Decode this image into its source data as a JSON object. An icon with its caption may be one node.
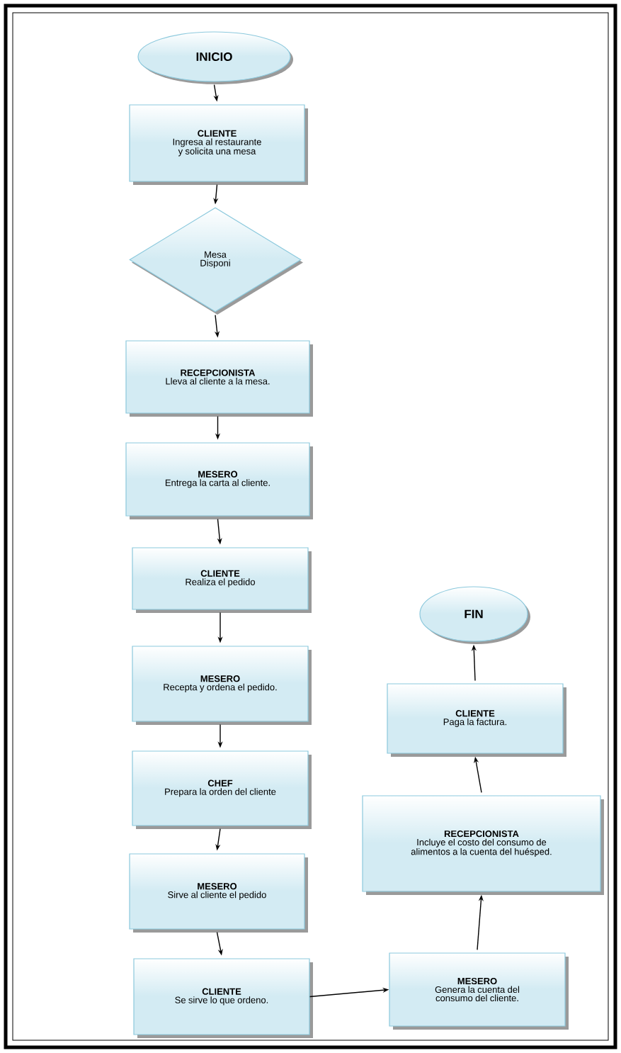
{
  "diagram": {
    "nodes": [
      {
        "text": [
          "INICIO"
        ]
      },
      {
        "text": [
          "CLIENTE",
          "Ingresa al restaurante y solicita una mesa"
        ]
      },
      {
        "text": [
          "Mesa Disponi"
        ]
      },
      {
        "text": [
          "RECEPCIONISTA",
          "Lleva al cliente a la mesa."
        ]
      },
      {
        "text": [
          "MESERO",
          "Entrega la carta al cliente."
        ]
      },
      {
        "text": [
          "CLIENTE",
          "Realiza el pedido"
        ]
      },
      {
        "text": [
          "MESERO",
          "Recepta y ordena el pedido."
        ]
      },
      {
        "text": [
          "CHEF",
          "Prepara la orden del cliente"
        ]
      },
      {
        "text": [
          "MESERO",
          "Sirve al cliente el pedido"
        ]
      },
      {
        "text": [
          "CLIENTE",
          "Se sirve lo que ordeno."
        ]
      },
      {
        "text": [
          "MESERO",
          "Genera la cuenta del consumo del cliente."
        ]
      },
      {
        "text": [
          "RECEPCIONISTA",
          "Incluye el costo del consumo de alimentos a la cuenta del huésped."
        ]
      },
      {
        "text": [
          "CLIENTE",
          "Paga la factura."
        ]
      },
      {
        "text": [
          "FIN"
        ]
      }
    ],
    "edges": [
      {
        "from": 0,
        "to": 1,
        "arrow": "to"
      },
      {
        "from": 1,
        "to": 2,
        "arrow": "to"
      },
      {
        "from": 2,
        "to": 3,
        "arrow": "to"
      },
      {
        "from": 3,
        "to": 4,
        "arrow": "to"
      },
      {
        "from": 4,
        "to": 5,
        "arrow": "to"
      },
      {
        "from": 5,
        "to": 6,
        "arrow": "to"
      },
      {
        "from": 6,
        "to": 7,
        "arrow": "to"
      },
      {
        "from": 7,
        "to": 8,
        "arrow": "to"
      },
      {
        "from": 8,
        "to": 9,
        "arrow": "to"
      },
      {
        "from": 9,
        "to": 10,
        "arrow": "to"
      },
      {
        "from": 10,
        "to": 11,
        "arrow": "to"
      },
      {
        "from": 11,
        "to": 12,
        "arrow": "to"
      },
      {
        "from": 12,
        "to": 13,
        "arrow": "to"
      }
    ]
  }
}
